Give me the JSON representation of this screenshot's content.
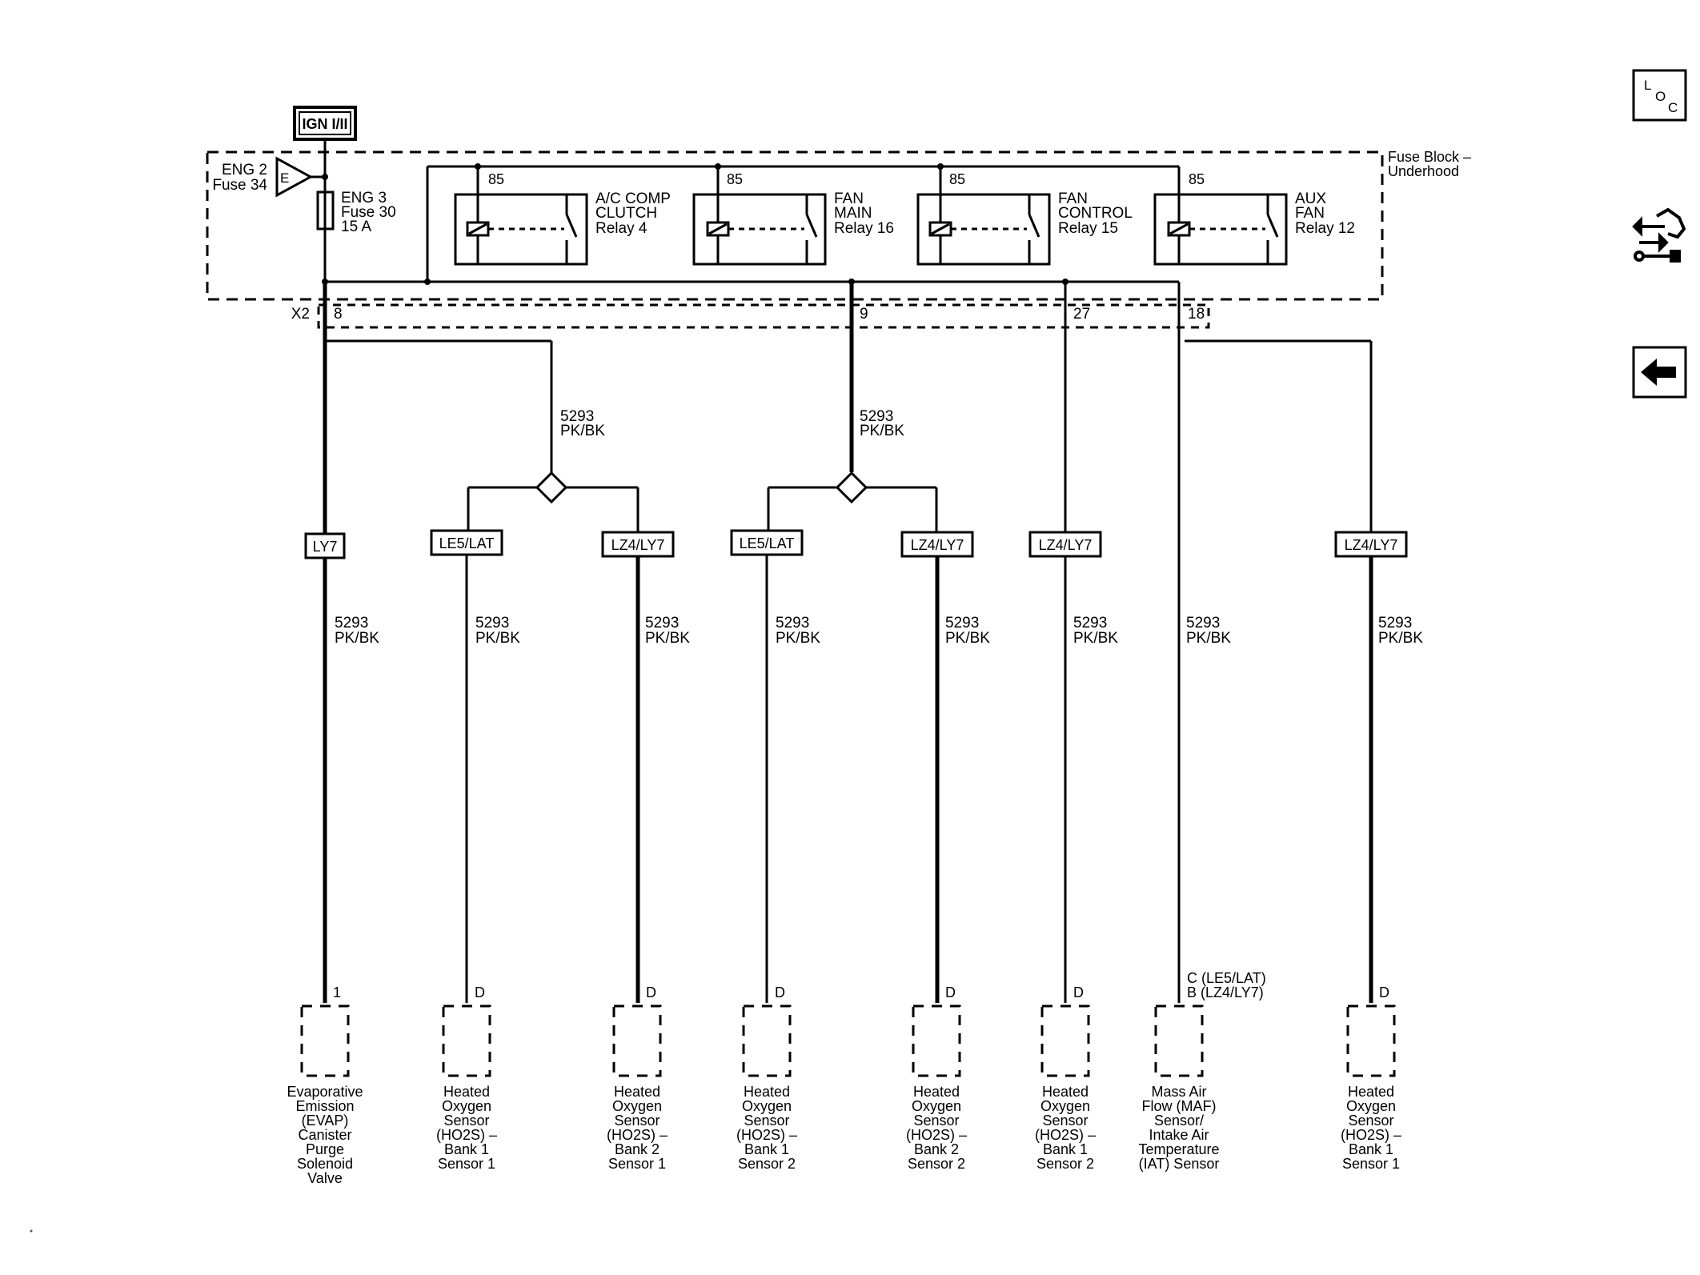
{
  "power": {
    "ign_label": "IGN I/II"
  },
  "fuse_block": {
    "label_line1": "Fuse Block –",
    "label_line2": "Underhood",
    "eng2_line1": "ENG 2",
    "eng2_line2": "Fuse 34",
    "eng2_symbol": "E",
    "eng3_line1": "ENG 3",
    "eng3_line2": "Fuse 30",
    "eng3_line3": "15 A",
    "relays": [
      {
        "pin": "85",
        "line1": "A/C COMP",
        "line2": "CLUTCH",
        "line3": "Relay 4"
      },
      {
        "pin": "85",
        "line1": "FAN",
        "line2": "MAIN",
        "line3": "Relay 16"
      },
      {
        "pin": "85",
        "line1": "FAN",
        "line2": "CONTROL",
        "line3": "Relay 15"
      },
      {
        "pin": "85",
        "line1": "AUX",
        "line2": "FAN",
        "line3": "Relay 12"
      }
    ]
  },
  "connector": {
    "name": "X2",
    "pins": [
      "8",
      "9",
      "27",
      "18"
    ]
  },
  "upper_wires": [
    {
      "circuit": "5293",
      "color": "PK/BK"
    },
    {
      "circuit": "5293",
      "color": "PK/BK"
    }
  ],
  "options": [
    "LY7",
    "LE5/LAT",
    "LZ4/LY7",
    "LE5/LAT",
    "LZ4/LY7",
    "LZ4/LY7",
    "LZ4/LY7"
  ],
  "components": [
    {
      "circuit": "5293",
      "color": "PK/BK",
      "pin": "1",
      "name": [
        "Evaporative",
        "Emission",
        "(EVAP)",
        "Canister",
        "Purge",
        "Solenoid",
        "Valve"
      ]
    },
    {
      "circuit": "5293",
      "color": "PK/BK",
      "pin": "D",
      "name": [
        "Heated",
        "Oxygen",
        "Sensor",
        "(HO2S) –",
        "Bank 1",
        "Sensor 1"
      ]
    },
    {
      "circuit": "5293",
      "color": "PK/BK",
      "pin": "D",
      "name": [
        "Heated",
        "Oxygen",
        "Sensor",
        "(HO2S) –",
        "Bank 2",
        "Sensor 1"
      ]
    },
    {
      "circuit": "5293",
      "color": "PK/BK",
      "pin": "D",
      "name": [
        "Heated",
        "Oxygen",
        "Sensor",
        "(HO2S) –",
        "Bank 1",
        "Sensor 2"
      ]
    },
    {
      "circuit": "5293",
      "color": "PK/BK",
      "pin": "D",
      "name": [
        "Heated",
        "Oxygen",
        "Sensor",
        "(HO2S) –",
        "Bank 2",
        "Sensor 2"
      ]
    },
    {
      "circuit": "5293",
      "color": "PK/BK",
      "pin": "D",
      "name": [
        "Heated",
        "Oxygen",
        "Sensor",
        "(HO2S) –",
        "Bank 1",
        "Sensor 2"
      ]
    },
    {
      "circuit": "5293",
      "color": "PK/BK",
      "pin_line1": "C (LE5/LAT)",
      "pin_line2": "B (LZ4/LY7)",
      "name": [
        "Mass Air",
        "Flow (MAF)",
        "Sensor/",
        "Intake Air",
        "Temperature",
        "(IAT) Sensor"
      ]
    },
    {
      "circuit": "5293",
      "color": "PK/BK",
      "pin": "D",
      "name": [
        "Heated",
        "Oxygen",
        "Sensor",
        "(HO2S) –",
        "Bank 1",
        "Sensor 1"
      ]
    }
  ],
  "sidebar": {
    "loc_main": "L",
    "loc_o": "O",
    "loc_c": "C",
    "icons": [
      "location-icon",
      "connector-tools-icon",
      "back-arrow-icon"
    ]
  }
}
